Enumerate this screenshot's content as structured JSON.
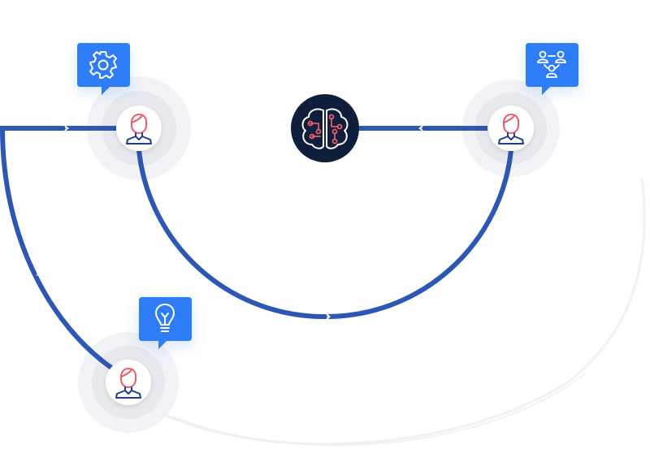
{
  "colors": {
    "background": "#ffffff",
    "path": "#2d57b4",
    "path_dark": "#1f3f8f",
    "hub": "#0e1f3d",
    "accent": "#ef5a67",
    "bubble": "#2f7cf6",
    "halo": "#eef0f4",
    "halo_inner": "#e4e7ec",
    "node": "#ffffff",
    "arc_shadow": "#e6e8ec"
  },
  "hub": {
    "icon": "brain-circuit-icon"
  },
  "nodes": [
    {
      "id": "left",
      "icon": "person-icon",
      "bubble_icon": "gear-icon"
    },
    {
      "id": "right",
      "icon": "person-icon",
      "bubble_icon": "team-network-icon"
    },
    {
      "id": "bottom",
      "icon": "person-icon",
      "bubble_icon": "lightbulb-icon"
    }
  ]
}
